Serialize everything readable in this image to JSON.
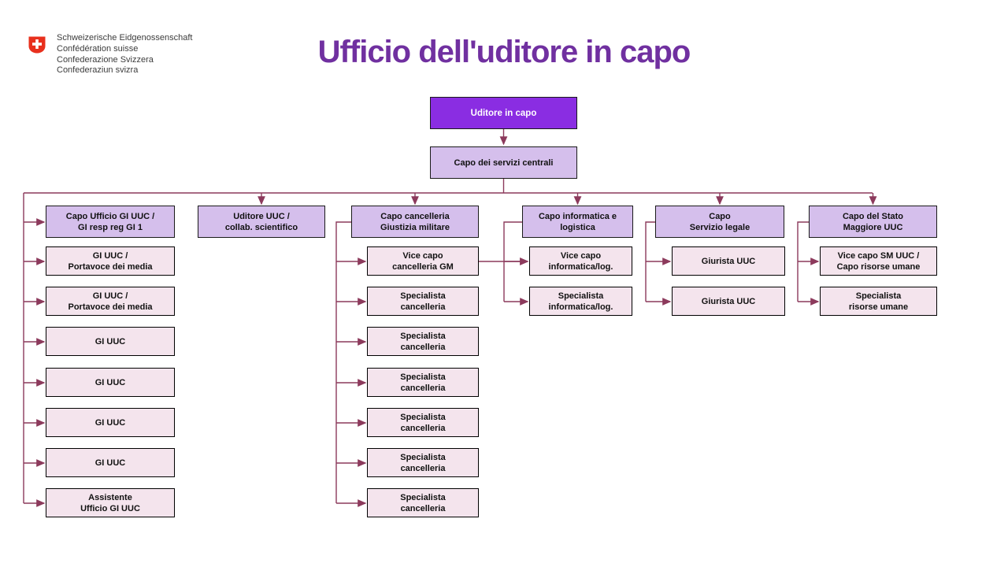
{
  "header": {
    "logo": {
      "shield_icon": "swiss-cross-shield",
      "lines": [
        "Schweizerische Eidgenossenschaft",
        "Confédération suisse",
        "Confederazione Svizzera",
        "Confederaziun svizra"
      ]
    },
    "title": "Ufficio dell'uditore in capo"
  },
  "colors": {
    "title": "#7030A0",
    "root_fill": "#8A2DE2",
    "root_text": "#FFFFFF",
    "header_fill": "#D5BFEC",
    "sub_fill": "#F4E4ED",
    "line": "#8C3A5C",
    "border": "#000000",
    "logo_red": "#E8301D"
  },
  "chart_data": {
    "type": "org_chart",
    "root": {
      "lines": [
        "Uditore in capo"
      ]
    },
    "deputy": {
      "lines": [
        "Capo dei servizi centrali"
      ]
    },
    "columns": [
      {
        "header": [
          "Capo Ufficio GI UUC /",
          "GI resp reg GI 1"
        ],
        "children": [
          [
            "GI UUC /",
            "Portavoce dei media"
          ],
          [
            "GI UUC /",
            "Portavoce dei media"
          ],
          [
            "GI UUC"
          ],
          [
            "GI UUC"
          ],
          [
            "GI UUC"
          ],
          [
            "GI UUC"
          ],
          [
            "Assistente",
            "Ufficio GI UUC"
          ]
        ]
      },
      {
        "header": [
          "Uditore UUC /",
          "collab. scientifico"
        ],
        "children": []
      },
      {
        "header": [
          "Capo cancelleria",
          "Giustizia militare"
        ],
        "children": [
          [
            "Vice capo",
            "cancelleria GM"
          ],
          [
            "Specialista",
            "cancelleria"
          ],
          [
            "Specialista",
            "cancelleria"
          ],
          [
            "Specialista",
            "cancelleria"
          ],
          [
            "Specialista",
            "cancelleria"
          ],
          [
            "Specialista",
            "cancelleria"
          ],
          [
            "Specialista",
            "cancelleria"
          ]
        ]
      },
      {
        "header": [
          "Capo informatica e",
          "logistica"
        ],
        "children": [
          [
            "Vice capo",
            "informatica/log."
          ],
          [
            "Specialista",
            "informatica/log."
          ]
        ]
      },
      {
        "header": [
          "Capo",
          "Servizio legale"
        ],
        "children": [
          [
            "Giurista UUC"
          ],
          [
            "Giurista UUC"
          ]
        ]
      },
      {
        "header": [
          "Capo del Stato",
          "Maggiore UUC"
        ],
        "children": [
          [
            "Vice capo SM UUC /",
            "Capo risorse umane"
          ],
          [
            "Specialista",
            "risorse umane"
          ]
        ]
      }
    ]
  }
}
